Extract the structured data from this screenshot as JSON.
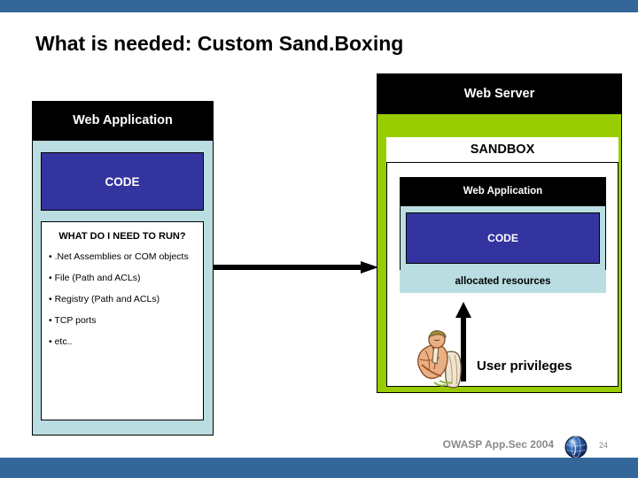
{
  "slide": {
    "title": "What is needed: Custom Sand.Boxing",
    "page_number": "24",
    "footer_brand": "OWASP App.Sec 2004",
    "accent_bar_color": "#33679a",
    "green_color": "#99cc00",
    "lightblue_color": "#b9dde1",
    "code_color": "#3434a0"
  },
  "left_panel": {
    "header": "Web Application",
    "code_label": "CODE",
    "notes_title": "WHAT DO I NEED TO RUN?",
    "notes": [
      "• .Net Assemblies or COM objects",
      "• File (Path and ACLs)",
      "• Registry  (Path and ACLs)",
      "• TCP ports",
      "• etc.."
    ]
  },
  "right_panel": {
    "header": "Web Server",
    "sandbox_label": "SANDBOX",
    "inner_header": "Web Application",
    "inner_code_label": "CODE",
    "allocated_label": "allocated resources",
    "user_privileges_label": "User privileges"
  },
  "arrows": {
    "horizontal_name": "flow-arrow-right",
    "vertical_name": "flow-arrow-up"
  }
}
